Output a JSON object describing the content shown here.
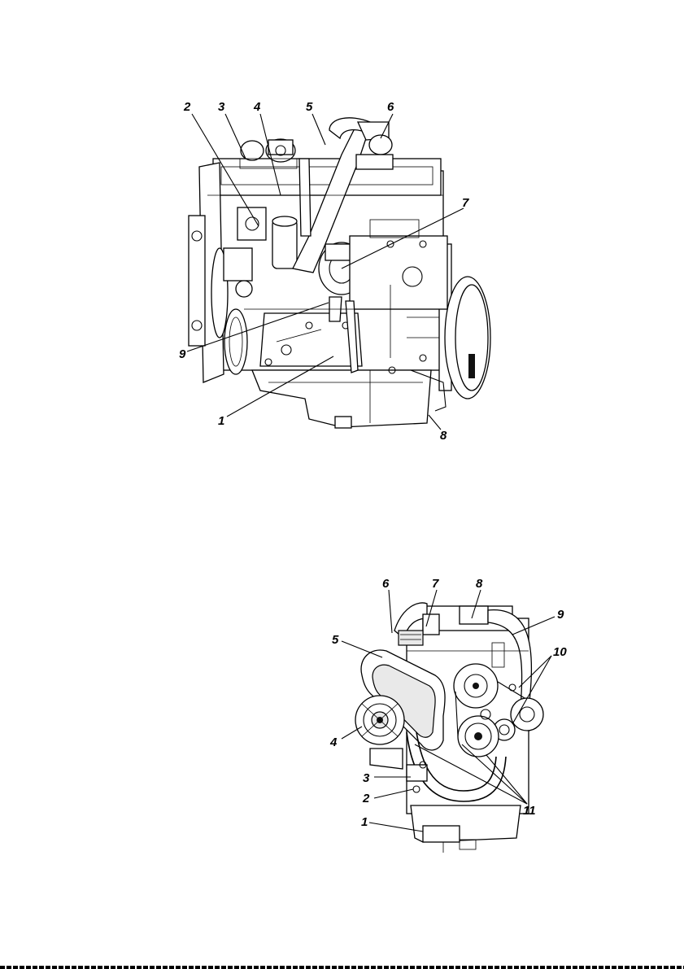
{
  "figure_top": {
    "callouts": [
      "1",
      "2",
      "3",
      "4",
      "5",
      "6",
      "7",
      "8",
      "9"
    ]
  },
  "figure_bottom": {
    "callouts": [
      "1",
      "2",
      "3",
      "4",
      "5",
      "6",
      "7",
      "8",
      "9",
      "10",
      "11"
    ]
  }
}
